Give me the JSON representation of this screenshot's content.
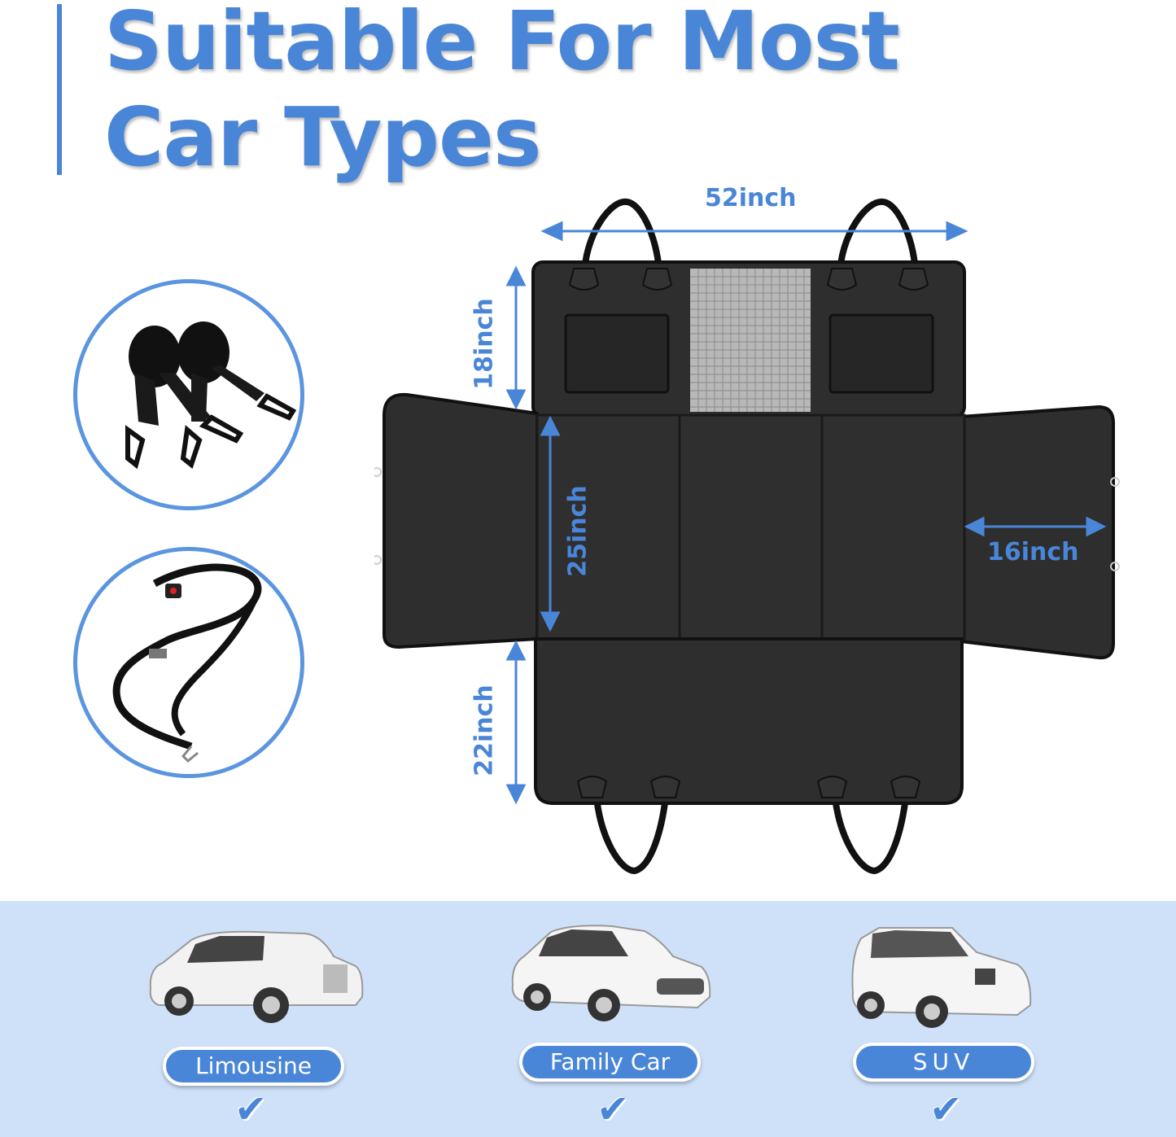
{
  "header": {
    "title_line1": "Suitable For Most",
    "title_line2": "Car Types"
  },
  "dimensions": {
    "width": "52inch",
    "back_height": "18inch",
    "seat_depth": "25inch",
    "flap_width": "16inch",
    "bottom_flap": "22inch"
  },
  "accessories": [
    {
      "name": "seat-anchor-straps"
    },
    {
      "name": "pet-seat-belt-leash"
    }
  ],
  "car_types": [
    {
      "label": "Limousine",
      "check": "✔"
    },
    {
      "label": "Family Car",
      "check": "✔"
    },
    {
      "label": "SUV",
      "check": "✔"
    }
  ],
  "colors": {
    "accent": "#4a86d8",
    "bottom_band": "#cfe1f9",
    "cover": "#2b2b2b"
  }
}
